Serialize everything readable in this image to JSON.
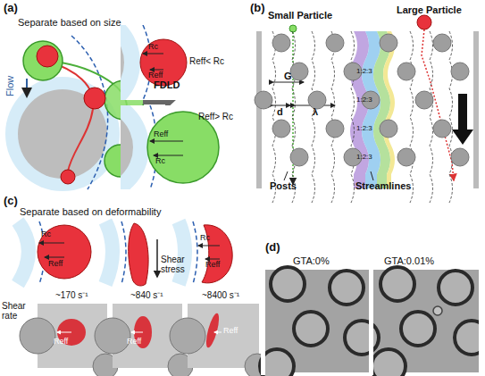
{
  "diagram": {
    "labels": [
      "(a)",
      "Separate based on size",
      "Flow",
      "FDLD",
      "Rc",
      "Reff",
      "Reff< Rc",
      "Reff",
      "Rc",
      "Reff> Rc",
      "(b)",
      "Small Particle",
      "Large Particle",
      "G",
      "d",
      "λ",
      "1:2:3",
      "1:2:3",
      "1:2:3",
      "1:2:3",
      "Posts",
      "Streamlines",
      "(c)",
      "Separate based on deformability",
      "Rc",
      "Reff",
      "Shear stress",
      "Rc",
      "Reff",
      "Shear rate",
      "~170 s⁻¹",
      "~840 s⁻¹",
      "~8400 s⁻¹",
      "Reff",
      "Reff",
      "Reff",
      "(d)",
      "GTA:0%",
      "GTA:0.01%"
    ]
  }
}
